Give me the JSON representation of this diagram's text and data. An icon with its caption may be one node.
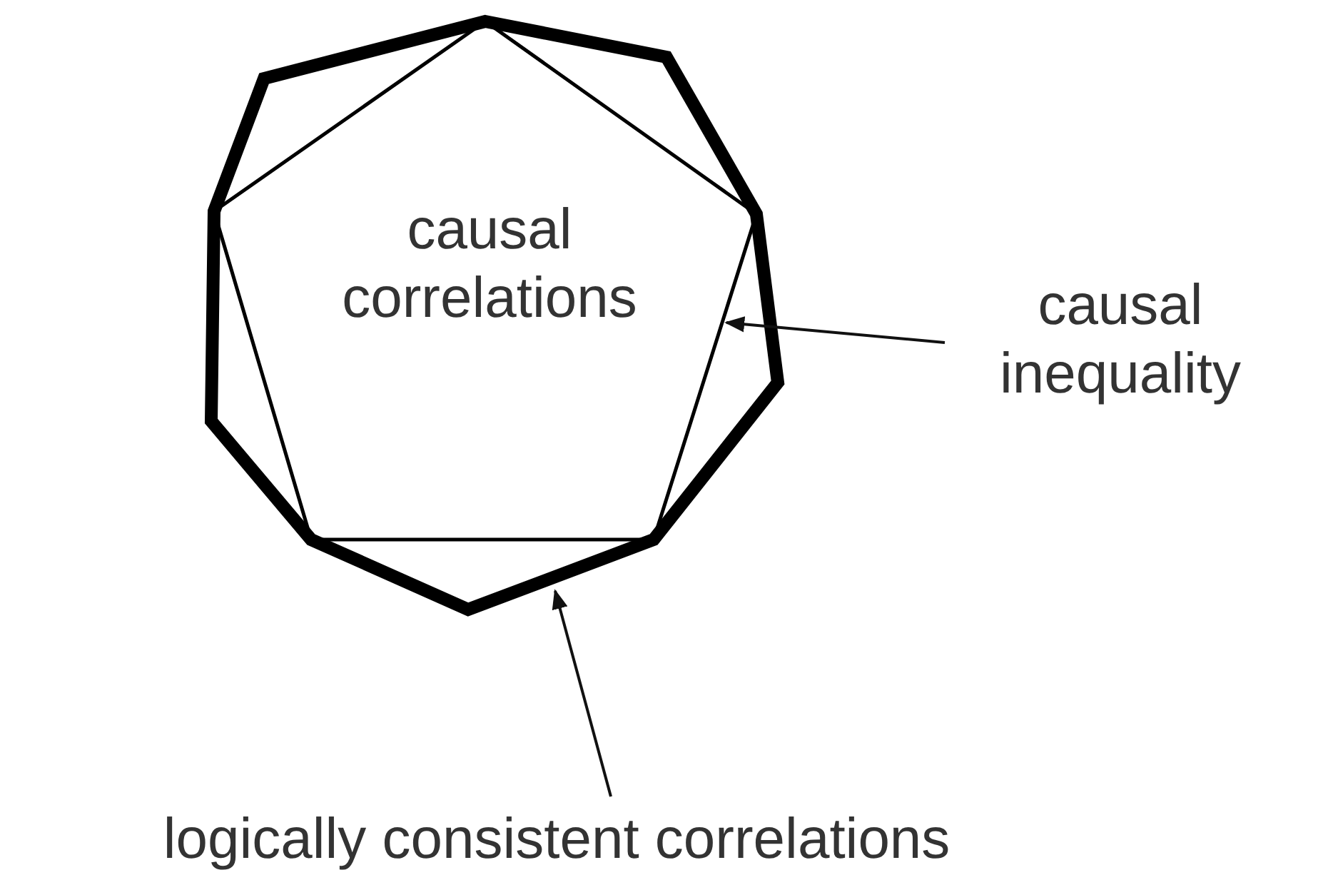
{
  "diagram": {
    "nodes": [
      {
        "text": [],
        "shape": "polygon"
      },
      {
        "text": [
          "causal correlations"
        ],
        "in": 0
      },
      {
        "text": [
          "causal inequality"
        ]
      },
      {
        "text": [
          "logically consistent correlations"
        ]
      }
    ],
    "edges": [
      {
        "from": 2,
        "to": 1,
        "arrow": "to"
      },
      {
        "from": 3,
        "to": 0,
        "arrow": "to"
      }
    ]
  }
}
